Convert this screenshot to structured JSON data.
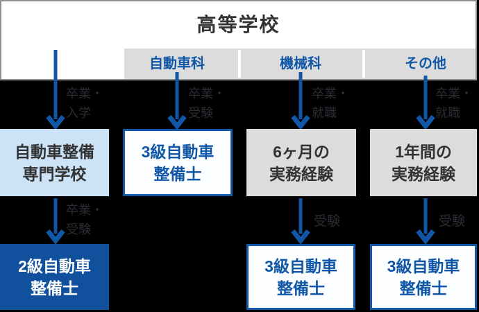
{
  "colors": {
    "background": "#000000",
    "accent-blue": "#1157a7",
    "solid-box-blue": "#11509c",
    "light-blue": "#cce2f7",
    "gray-box": "#dcdcdc",
    "border-gray": "#8f8f8f",
    "dark-text": "#333333",
    "edge-label": "#2c2c34",
    "outline-box-bg": "#fcfeff"
  },
  "top": {
    "title": "高等学校",
    "tracks": [
      {
        "label": "自動車科"
      },
      {
        "label": "機械科"
      },
      {
        "label": "その他"
      }
    ]
  },
  "edges": {
    "top": [
      {
        "lines": [
          "卒業・",
          "入学"
        ]
      },
      {
        "lines": [
          "卒業・",
          "受験"
        ]
      },
      {
        "lines": [
          "卒業・",
          "就職"
        ]
      },
      {
        "lines": [
          "卒業・",
          "就職"
        ]
      }
    ],
    "bottom": [
      {
        "lines": [
          "卒業・",
          "受験"
        ]
      },
      {
        "lines": [
          "受験"
        ]
      },
      {
        "lines": [
          "受験"
        ]
      }
    ]
  },
  "boxes": {
    "mid": [
      {
        "lines": [
          "自動車整備",
          "専門学校"
        ]
      },
      {
        "lines": [
          "3級自動車",
          "整備士"
        ]
      },
      {
        "lines": [
          "6ヶ月の",
          "実務経験"
        ]
      },
      {
        "lines": [
          "1年間の",
          "実務経験"
        ]
      }
    ],
    "bottom": [
      {
        "lines": [
          "2級自動車",
          "整備士"
        ]
      },
      {
        "lines": [
          "3級自動車",
          "整備士"
        ]
      },
      {
        "lines": [
          "3級自動車",
          "整備士"
        ]
      }
    ]
  }
}
